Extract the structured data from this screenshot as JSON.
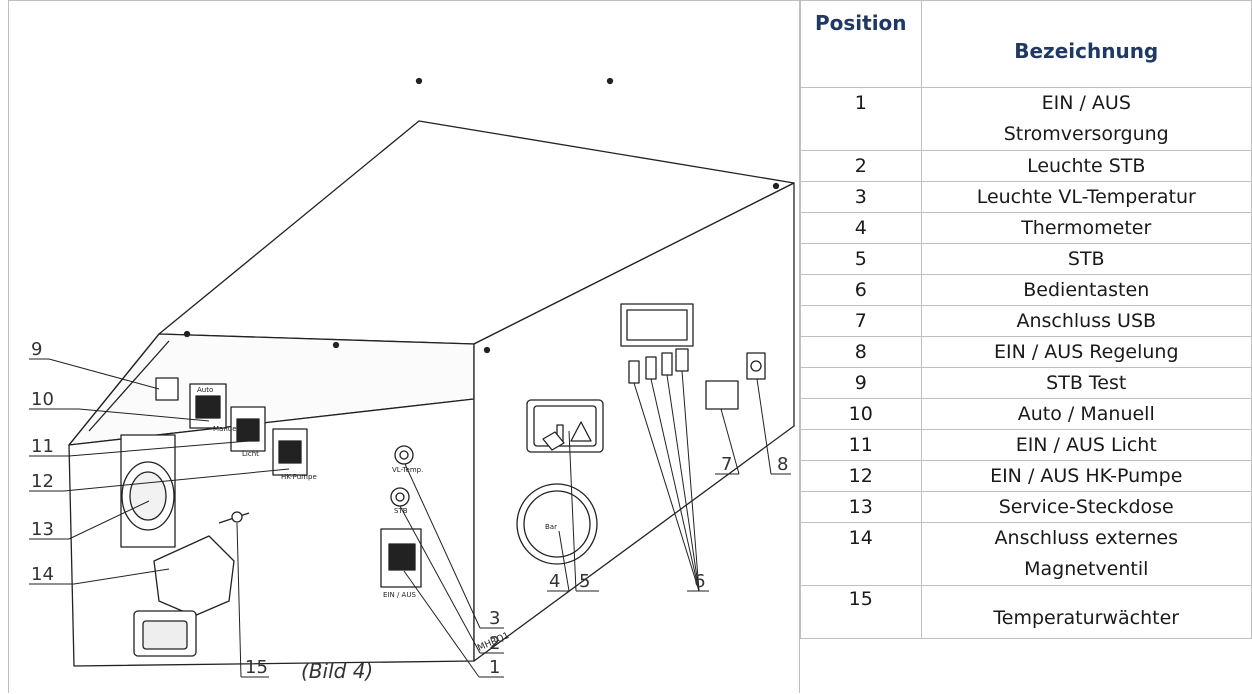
{
  "figure": {
    "caption": "(Bild 4)",
    "callouts": [
      "1",
      "2",
      "3",
      "4",
      "5",
      "6",
      "7",
      "8",
      "9",
      "10",
      "11",
      "12",
      "13",
      "14",
      "15"
    ],
    "panel_marking": "MHRQ1",
    "left_switch_labels": [
      "Auto",
      "Manuell",
      "Licht",
      "HK-Pumpe"
    ],
    "front_switch_label": "EIN / AUS",
    "lamp_labels": [
      "VL-Temp.",
      "STB"
    ],
    "dial_label": "Bar"
  },
  "table": {
    "headers": {
      "position": "Position",
      "bezeichnung": "Bezeichnung"
    },
    "rows": [
      {
        "position": "1",
        "bezeichnung_lines": [
          "EIN / AUS",
          "Stromversorgung"
        ]
      },
      {
        "position": "2",
        "bezeichnung": "Leuchte STB"
      },
      {
        "position": "3",
        "bezeichnung": "Leuchte VL-Temperatur"
      },
      {
        "position": "4",
        "bezeichnung": "Thermometer"
      },
      {
        "position": "5",
        "bezeichnung": "STB"
      },
      {
        "position": "6",
        "bezeichnung": "Bedientasten"
      },
      {
        "position": "7",
        "bezeichnung": "Anschluss USB"
      },
      {
        "position": "8",
        "bezeichnung": "EIN / AUS Regelung"
      },
      {
        "position": "9",
        "bezeichnung": "STB Test"
      },
      {
        "position": "10",
        "bezeichnung": "Auto / Manuell"
      },
      {
        "position": "11",
        "bezeichnung": "EIN / AUS Licht"
      },
      {
        "position": "12",
        "bezeichnung": "EIN / AUS HK-Pumpe"
      },
      {
        "position": "13",
        "bezeichnung": "Service-Steckdose"
      },
      {
        "position": "14",
        "bezeichnung_lines": [
          "Anschluss externes",
          "Magnetventil"
        ]
      },
      {
        "position": "15",
        "bezeichnung": "Temperaturwächter"
      }
    ]
  }
}
